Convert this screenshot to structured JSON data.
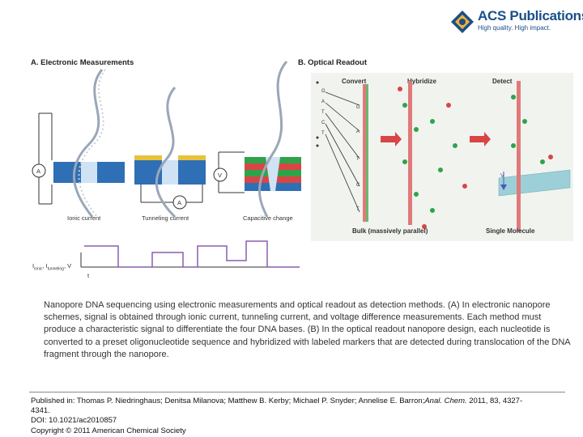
{
  "publisher": {
    "name": "ACS Publications",
    "tagline": "High quality. High impact."
  },
  "figure": {
    "panel_a": {
      "title": "A. Electronic Measurements",
      "labels": [
        "Ionic current",
        "Tunneling current",
        "Capacitive change"
      ],
      "meter_a1": "A",
      "meter_a2": "A",
      "meter_v": "V",
      "trace_label_left": "I",
      "trace_sub1": "ionic",
      "trace_mid": ", I",
      "trace_sub2": "tunneling",
      "trace_v": ", V",
      "trace_t": "t"
    },
    "panel_b": {
      "title": "B. Optical Readout",
      "steps": [
        "Convert",
        "Hybridize",
        "Detect"
      ],
      "bases": [
        "G",
        "A",
        "T",
        "C",
        "T"
      ],
      "strand_bases": [
        "G",
        "A",
        "T",
        "C",
        "T"
      ],
      "bottom_left": "Bulk (massively parallel)",
      "bottom_right": "Single Molecule",
      "v_label": "V"
    }
  },
  "caption": "Nanopore DNA sequencing using electronic measurements and optical readout as detection methods. (A) In electronic nanopore schemes, signal is obtained through ionic current, tunneling current, and voltage difference measurements. Each method must produce a characteristic signal to differentiate the four DNA bases. (B) In the optical readout nanopore design, each nucleotide is converted to a preset oligonucleotide sequence and hybridized with labeled markers that are detected during translocation of the DNA fragment through the nanopore.",
  "footer": {
    "published_in": "Published in: Thomas P. Niedringhaus; Denitsa Milanova; Matthew B. Kerby; Michael P. Snyder; Annelise E. Barron;",
    "journal": "Anal. Chem.",
    "citation": " 2011, 83, 4327-",
    "citation_cont": "4341.",
    "doi": "DOI: 10.1021/ac2010857",
    "copyright": "Copyright © 2011 American Chemical Society"
  }
}
